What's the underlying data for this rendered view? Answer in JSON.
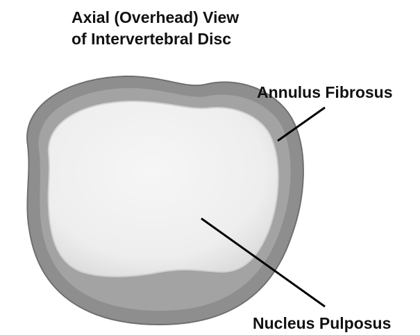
{
  "title": {
    "line1": "Axial (Overhead) View",
    "line2": "of Intervertebral Disc"
  },
  "labels": {
    "annulus": "Annulus Fibrosus",
    "nucleus": "Nucleus Pulposus"
  },
  "colors": {
    "annulus_fill": "#8e8e8e",
    "annulus_ridge": "#a9a9a9",
    "nucleus_fill": "#f1f1f1",
    "nucleus_edge": "#d6d6d6",
    "text": "#111111",
    "leader_line": "#000000"
  }
}
